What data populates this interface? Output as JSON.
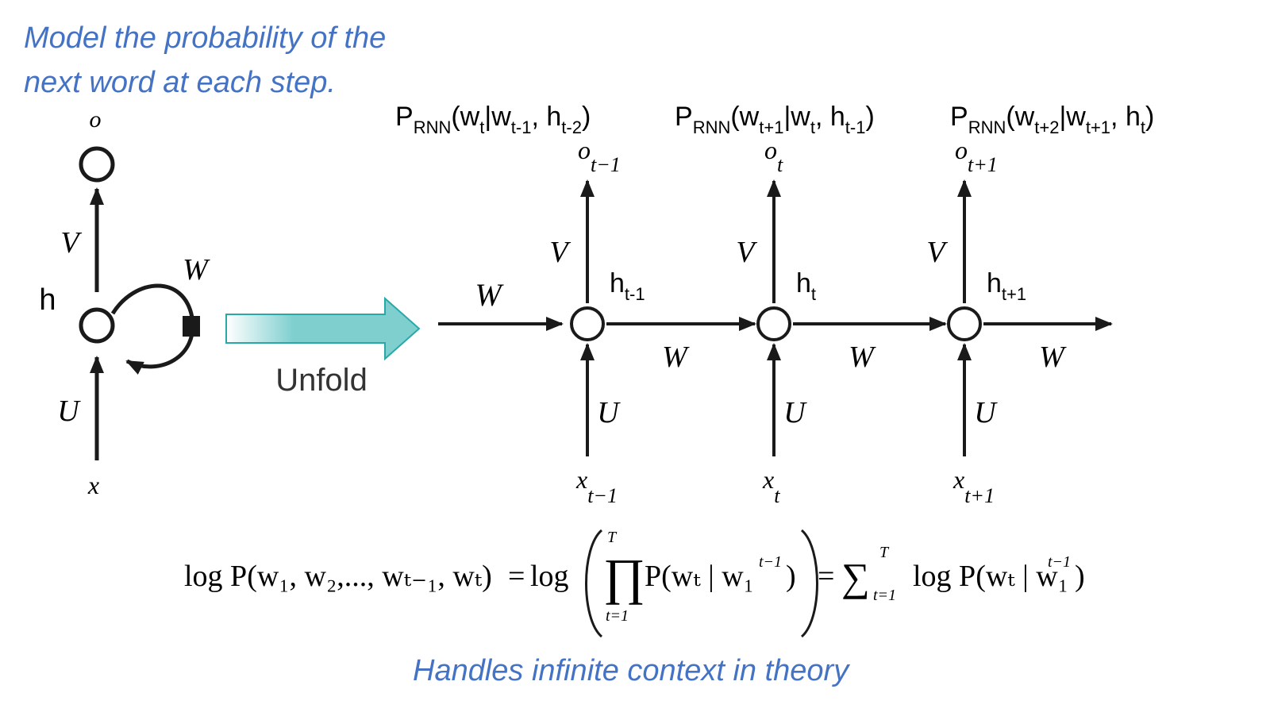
{
  "captions": {
    "top_line1": "Model the probability of the",
    "top_line2": "next word at each step.",
    "bottom": "Handles infinite context in theory"
  },
  "folded": {
    "output": "o",
    "hidden": "h",
    "input": "x",
    "V": "V",
    "U": "U",
    "W": "W"
  },
  "unfold_label": "Unfold",
  "colors": {
    "caption": "#4472c4",
    "unfold_arrow": "#7fcfcf",
    "unfold_arrow_stroke": "#2aa8a8",
    "ink": "#1a1a1a"
  },
  "steps": [
    {
      "prob_sub": "RNN",
      "w": "w",
      "w_sub": "t",
      "cond_w": "w",
      "cond_w_sub": "t-1",
      "cond_h": "h",
      "cond_h_sub": "t-2",
      "o": "o",
      "o_sub": "t−1",
      "h": "h",
      "h_sub": "t-1",
      "x": "x",
      "x_sub": "t−1",
      "V": "V",
      "U": "U",
      "W": "W"
    },
    {
      "prob_sub": "RNN",
      "w": "w",
      "w_sub": "t+1",
      "cond_w": "w",
      "cond_w_sub": "t",
      "cond_h": "h",
      "cond_h_sub": "t-1",
      "o": "o",
      "o_sub": "t",
      "h": "h",
      "h_sub": "t",
      "x": "x",
      "x_sub": "t",
      "V": "V",
      "U": "U",
      "W": "W"
    },
    {
      "prob_sub": "RNN",
      "w": "w",
      "w_sub": "t+2",
      "cond_w": "w",
      "cond_w_sub": "t+1",
      "cond_h": "h",
      "cond_h_sub": "t",
      "o": "o",
      "o_sub": "t+1",
      "h": "h",
      "h_sub": "t+1",
      "x": "x",
      "x_sub": "t+1",
      "V": "V",
      "U": "U",
      "W": "W"
    }
  ],
  "prob_P": "P",
  "input_W_label": "W",
  "formula": {
    "lhs": "log P(w₁, w₂,..., wₜ₋₁, wₜ)",
    "eq1": "=",
    "log": "log",
    "prod": "∏",
    "prod_upper": "T",
    "prod_lower": "t=1",
    "inner": "P(wₜ | w₁",
    "inner_sup": "t−1",
    "inner_close": ")",
    "eq2": "=",
    "sum": "∑",
    "sum_upper": "T",
    "sum_lower": "t=1",
    "rhs": "log P(wₜ | w₁",
    "rhs_sup": "t−1",
    "rhs_close": ")"
  }
}
